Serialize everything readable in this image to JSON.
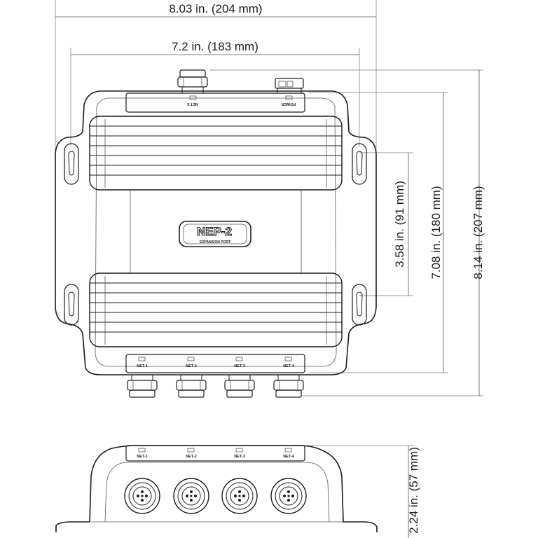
{
  "dimensions": {
    "overall_width": "8.03 in. (204 mm)",
    "mount_width": "7.2 in. (183 mm)",
    "mount_hole_spacing": "3.58 in. (91 mm)",
    "body_height": "7.08 in. (180 mm)",
    "overall_height": "8.14 in. (207 mm)",
    "side_height": "2.24 in. (57 mm)"
  },
  "device": {
    "model": "NEP-2",
    "subtitle": "EXPANSION PORT"
  },
  "port_labels": {
    "top": [
      "NET-5",
      "POWER"
    ],
    "bottom": [
      "NET-1",
      "NET-2",
      "NET-3",
      "NET-4"
    ]
  }
}
